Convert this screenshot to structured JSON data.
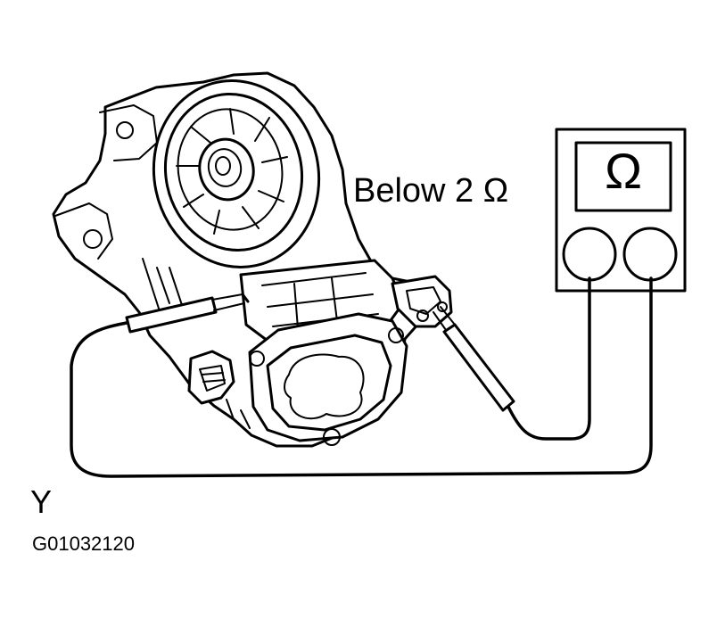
{
  "diagram": {
    "spec_label": "Below 2 Ω",
    "meter_symbol": "Ω",
    "view_letter": "Y",
    "figure_code": "G01032120"
  },
  "icons": {
    "meter": "ohmmeter-icon",
    "motor": "window-motor-assembly-icon",
    "probe": "test-probe-icon"
  },
  "colors": {
    "ink": "#000000",
    "paper": "#ffffff"
  }
}
